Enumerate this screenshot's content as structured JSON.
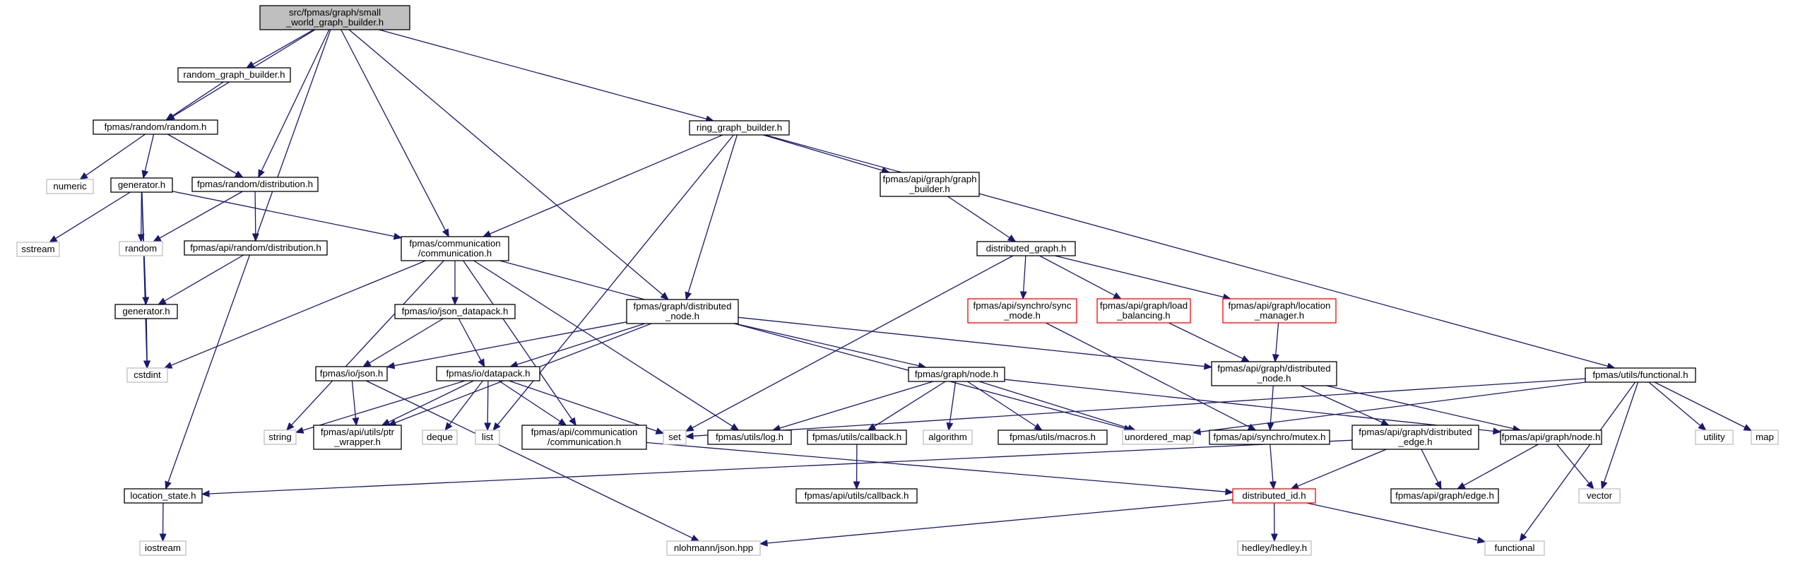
{
  "colors": {
    "edge": "#191970",
    "box_border": "#000000",
    "std_border": "#bfbfbf",
    "missing_border": "#ff0000",
    "root_fill": "#bfbfbf",
    "background": "#ffffff"
  },
  "nodes": [
    {
      "id": "root",
      "kind": "root",
      "lines": [
        "src/fpmas/graph/small",
        "_world_graph_builder.h"
      ]
    },
    {
      "id": "rgb",
      "kind": "hdr",
      "lines": [
        "random_graph_builder.h"
      ]
    },
    {
      "id": "random",
      "kind": "hdr",
      "lines": [
        "fpmas/random/random.h"
      ]
    },
    {
      "id": "numeric",
      "kind": "std",
      "lines": [
        "numeric"
      ]
    },
    {
      "id": "gen1",
      "kind": "hdr",
      "lines": [
        "generator.h"
      ]
    },
    {
      "id": "dist",
      "kind": "hdr",
      "lines": [
        "fpmas/random/distribution.h"
      ]
    },
    {
      "id": "ring",
      "kind": "hdr",
      "lines": [
        "ring_graph_builder.h"
      ]
    },
    {
      "id": "gb",
      "kind": "hdr",
      "lines": [
        "fpmas/api/graph/graph",
        "_builder.h"
      ]
    },
    {
      "id": "dg",
      "kind": "hdr",
      "lines": [
        "distributed_graph.h"
      ]
    },
    {
      "id": "sstream",
      "kind": "std",
      "lines": [
        "sstream"
      ]
    },
    {
      "id": "randomstd",
      "kind": "std",
      "lines": [
        "random"
      ]
    },
    {
      "id": "apidist",
      "kind": "hdr",
      "lines": [
        "fpmas/api/random/distribution.h"
      ]
    },
    {
      "id": "comm",
      "kind": "hdr",
      "lines": [
        "fpmas/communication",
        "/communication.h"
      ]
    },
    {
      "id": "sync",
      "kind": "miss",
      "lines": [
        "fpmas/api/synchro/sync",
        "_mode.h"
      ]
    },
    {
      "id": "lb",
      "kind": "miss",
      "lines": [
        "fpmas/api/graph/load",
        "_balancing.h"
      ]
    },
    {
      "id": "lm",
      "kind": "miss",
      "lines": [
        "fpmas/api/graph/location",
        "_manager.h"
      ]
    },
    {
      "id": "gen2",
      "kind": "hdr",
      "lines": [
        "generator.h"
      ]
    },
    {
      "id": "jdp",
      "kind": "hdr",
      "lines": [
        "fpmas/io/json_datapack.h"
      ]
    },
    {
      "id": "gdn",
      "kind": "hdr",
      "lines": [
        "fpmas/graph/distributed",
        "_node.h"
      ]
    },
    {
      "id": "cstdint",
      "kind": "std",
      "lines": [
        "cstdint"
      ]
    },
    {
      "id": "json",
      "kind": "hdr",
      "lines": [
        "fpmas/io/json.h"
      ]
    },
    {
      "id": "datapack",
      "kind": "hdr",
      "lines": [
        "fpmas/io/datapack.h"
      ]
    },
    {
      "id": "gnode",
      "kind": "hdr",
      "lines": [
        "fpmas/graph/node.h"
      ]
    },
    {
      "id": "adn",
      "kind": "hdr",
      "lines": [
        "fpmas/api/graph/distributed",
        "_node.h"
      ]
    },
    {
      "id": "func",
      "kind": "hdr",
      "lines": [
        "fpmas/utils/functional.h"
      ]
    },
    {
      "id": "string",
      "kind": "std",
      "lines": [
        "string"
      ]
    },
    {
      "id": "ptr",
      "kind": "hdr",
      "lines": [
        "fpmas/api/utils/ptr",
        "_wrapper.h"
      ]
    },
    {
      "id": "deque",
      "kind": "std",
      "lines": [
        "deque"
      ]
    },
    {
      "id": "list",
      "kind": "std",
      "lines": [
        "list"
      ]
    },
    {
      "id": "acomm",
      "kind": "hdr",
      "lines": [
        "fpmas/api/communication",
        "/communication.h"
      ]
    },
    {
      "id": "set",
      "kind": "std",
      "lines": [
        "set"
      ]
    },
    {
      "id": "log",
      "kind": "hdr",
      "lines": [
        "fpmas/utils/log.h"
      ]
    },
    {
      "id": "cb",
      "kind": "hdr",
      "lines": [
        "fpmas/utils/callback.h"
      ]
    },
    {
      "id": "algo",
      "kind": "std",
      "lines": [
        "algorithm"
      ]
    },
    {
      "id": "macros",
      "kind": "hdr",
      "lines": [
        "fpmas/utils/macros.h"
      ]
    },
    {
      "id": "umap",
      "kind": "std",
      "lines": [
        "unordered_map"
      ]
    },
    {
      "id": "mutex",
      "kind": "hdr",
      "lines": [
        "fpmas/api/synchro/mutex.h"
      ]
    },
    {
      "id": "ade",
      "kind": "hdr",
      "lines": [
        "fpmas/api/graph/distributed",
        "_edge.h"
      ]
    },
    {
      "id": "anode",
      "kind": "hdr",
      "lines": [
        "fpmas/api/graph/node.h"
      ]
    },
    {
      "id": "utility",
      "kind": "std",
      "lines": [
        "utility"
      ]
    },
    {
      "id": "map",
      "kind": "std",
      "lines": [
        "map"
      ]
    },
    {
      "id": "ls",
      "kind": "hdr",
      "lines": [
        "location_state.h"
      ]
    },
    {
      "id": "acb",
      "kind": "hdr",
      "lines": [
        "fpmas/api/utils/callback.h"
      ]
    },
    {
      "id": "did",
      "kind": "miss",
      "lines": [
        "distributed_id.h"
      ]
    },
    {
      "id": "edge",
      "kind": "hdr",
      "lines": [
        "fpmas/api/graph/edge.h"
      ]
    },
    {
      "id": "vector",
      "kind": "std",
      "lines": [
        "vector"
      ]
    },
    {
      "id": "iostream",
      "kind": "std",
      "lines": [
        "iostream"
      ]
    },
    {
      "id": "nlohmann",
      "kind": "std",
      "lines": [
        "nlohmann/json.hpp"
      ]
    },
    {
      "id": "hedley",
      "kind": "std",
      "lines": [
        "hedley/hedley.h"
      ]
    },
    {
      "id": "functional",
      "kind": "std",
      "lines": [
        "functional"
      ]
    }
  ],
  "edges": [
    [
      "root",
      "rgb"
    ],
    [
      "root",
      "random"
    ],
    [
      "root",
      "dist"
    ],
    [
      "root",
      "ring"
    ],
    [
      "root",
      "comm"
    ],
    [
      "root",
      "gdn"
    ],
    [
      "root",
      "ls"
    ],
    [
      "rgb",
      "random"
    ],
    [
      "random",
      "numeric"
    ],
    [
      "random",
      "gen1"
    ],
    [
      "random",
      "dist"
    ],
    [
      "gen1",
      "sstream"
    ],
    [
      "gen1",
      "randomstd"
    ],
    [
      "gen1",
      "comm"
    ],
    [
      "gen1",
      "gen2"
    ],
    [
      "gen1",
      "cstdint"
    ],
    [
      "dist",
      "randomstd"
    ],
    [
      "dist",
      "apidist"
    ],
    [
      "apidist",
      "gen2"
    ],
    [
      "gen2",
      "cstdint"
    ],
    [
      "ring",
      "gb"
    ],
    [
      "ring",
      "func"
    ],
    [
      "ring",
      "comm"
    ],
    [
      "ring",
      "gdn"
    ],
    [
      "ring",
      "list"
    ],
    [
      "gb",
      "dg"
    ],
    [
      "dg",
      "sync"
    ],
    [
      "dg",
      "lb"
    ],
    [
      "dg",
      "lm"
    ],
    [
      "dg",
      "set"
    ],
    [
      "comm",
      "jdp"
    ],
    [
      "comm",
      "cstdint"
    ],
    [
      "comm",
      "string"
    ],
    [
      "comm",
      "acomm"
    ],
    [
      "comm",
      "log"
    ],
    [
      "comm",
      "umap"
    ],
    [
      "jdp",
      "json"
    ],
    [
      "jdp",
      "datapack"
    ],
    [
      "gdn",
      "json"
    ],
    [
      "gdn",
      "datapack"
    ],
    [
      "gdn",
      "gnode"
    ],
    [
      "gdn",
      "adn"
    ],
    [
      "gdn",
      "ptr"
    ],
    [
      "json",
      "ptr"
    ],
    [
      "json",
      "nlohmann"
    ],
    [
      "datapack",
      "string"
    ],
    [
      "datapack",
      "ptr"
    ],
    [
      "datapack",
      "deque"
    ],
    [
      "datapack",
      "list"
    ],
    [
      "datapack",
      "acomm"
    ],
    [
      "datapack",
      "set"
    ],
    [
      "gnode",
      "log"
    ],
    [
      "gnode",
      "cb"
    ],
    [
      "gnode",
      "algo"
    ],
    [
      "gnode",
      "macros"
    ],
    [
      "gnode",
      "umap"
    ],
    [
      "gnode",
      "anode"
    ],
    [
      "sync",
      "mutex"
    ],
    [
      "lb",
      "adn"
    ],
    [
      "lm",
      "adn"
    ],
    [
      "adn",
      "mutex"
    ],
    [
      "adn",
      "ade"
    ],
    [
      "adn",
      "anode"
    ],
    [
      "func",
      "set"
    ],
    [
      "func",
      "umap"
    ],
    [
      "func",
      "utility"
    ],
    [
      "func",
      "map"
    ],
    [
      "func",
      "vector"
    ],
    [
      "func",
      "functional"
    ],
    [
      "cb",
      "acb"
    ],
    [
      "acomm",
      "did"
    ],
    [
      "mutex",
      "did"
    ],
    [
      "ade",
      "ls"
    ],
    [
      "ade",
      "did"
    ],
    [
      "ade",
      "edge"
    ],
    [
      "anode",
      "edge"
    ],
    [
      "anode",
      "vector"
    ],
    [
      "did",
      "nlohmann"
    ],
    [
      "did",
      "hedley"
    ],
    [
      "did",
      "functional"
    ],
    [
      "ls",
      "iostream"
    ]
  ]
}
